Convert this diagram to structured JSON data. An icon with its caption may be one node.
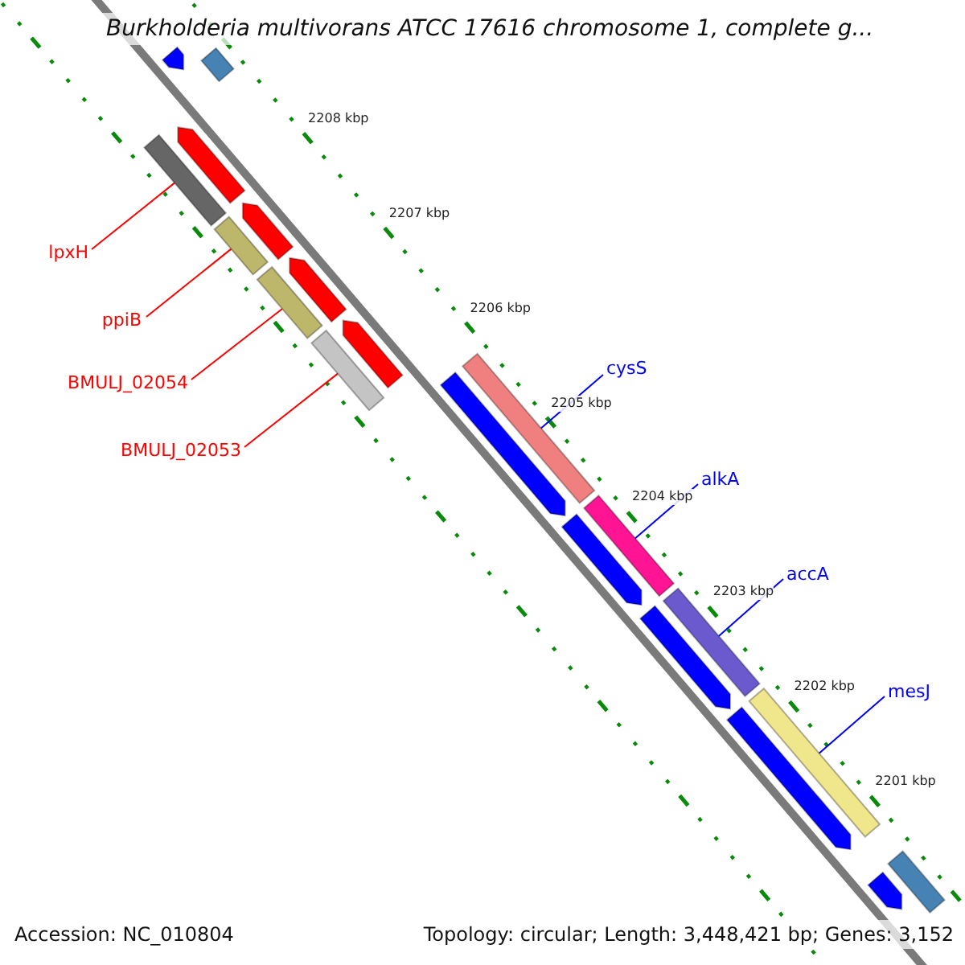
{
  "diagram": {
    "title": "Burkholderia multivorans ATCC 17616 chromosome 1, complete g...",
    "nodes": [
      {
        "text": [
          "lpxH"
        ]
      },
      {
        "text": [
          "ppiB"
        ]
      },
      {
        "text": [
          "BMULJ_02054"
        ]
      },
      {
        "text": [
          "BMULJ_02053"
        ]
      },
      {
        "text": [
          "cysS"
        ]
      },
      {
        "text": [
          "alkA"
        ]
      },
      {
        "text": [
          "accA"
        ]
      },
      {
        "text": [
          "mesJ"
        ]
      },
      {
        "text": [],
        "shape": "bar"
      },
      {
        "text": [],
        "shape": "bar"
      },
      {
        "text": [],
        "shape": "bar"
      },
      {
        "text": [],
        "shape": "bar"
      },
      {
        "text": [],
        "shape": "bar"
      },
      {
        "text": [],
        "shape": "bar"
      },
      {
        "text": [],
        "shape": "bar"
      },
      {
        "text": [],
        "shape": "bar"
      },
      {
        "text": [],
        "shape": "bar"
      },
      {
        "text": [],
        "shape": "bar"
      },
      {
        "text": [],
        "shape": "bar"
      },
      {
        "text": [],
        "shape": "bar"
      },
      {
        "text": [],
        "shape": "bar"
      },
      {
        "text": [],
        "shape": "bar"
      },
      {
        "text": [],
        "shape": "bar"
      },
      {
        "text": [],
        "shape": "bar"
      },
      {
        "text": [],
        "shape": "bar"
      },
      {
        "text": [],
        "shape": "bar"
      },
      {
        "text": [],
        "shape": "bar"
      },
      {
        "text": [],
        "shape": "bar"
      }
    ],
    "edges": [
      {
        "from": 0,
        "to": 8,
        "arrow": "none",
        "color": "#ff0000"
      },
      {
        "from": 1,
        "to": 9,
        "arrow": "none",
        "color": "#ff0000"
      },
      {
        "from": 2,
        "to": 10,
        "arrow": "none",
        "color": "#ff0000"
      },
      {
        "from": 3,
        "to": 11,
        "arrow": "none",
        "color": "#ff0000"
      },
      {
        "from": 4,
        "to": 12,
        "arrow": "none",
        "color": "#0000ff"
      },
      {
        "from": 5,
        "to": 13,
        "arrow": "none",
        "color": "#0000ff"
      },
      {
        "from": 6,
        "to": 14,
        "arrow": "none",
        "color": "#0000ff"
      },
      {
        "from": 7,
        "to": 15,
        "arrow": "none",
        "color": "#0000ff"
      }
    ],
    "labels": [
      "2208 kbp",
      "2207 kbp",
      "2206 kbp",
      "2205 kbp",
      "2204 kbp",
      "2203 kbp",
      "2202 kbp",
      "2201 kbp",
      "Accession: NC_010804",
      "Topology: circular; Length: 3,448,421 bp; Genes: 3,152"
    ]
  }
}
